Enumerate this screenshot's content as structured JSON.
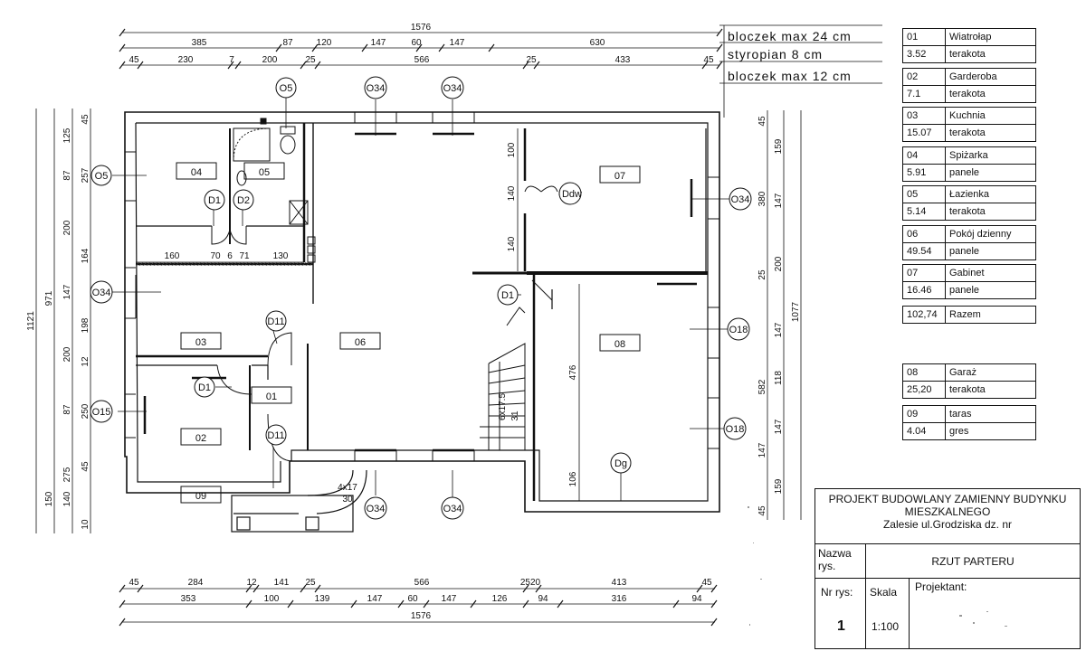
{
  "notes": {
    "line1": "bloczek max 24 cm",
    "line2": "styropian 8 cm",
    "line3": "bloczek max 12 cm"
  },
  "dims_top": {
    "total": "1576",
    "row1": [
      "385",
      "87",
      "120",
      "147",
      "60",
      "147",
      "630"
    ],
    "row2": [
      "45",
      "230",
      "7",
      "200",
      "25",
      "566",
      "25",
      "433",
      "45"
    ]
  },
  "dims_bottom": {
    "row1": [
      "45",
      "284",
      "12",
      "141",
      "25",
      "566",
      "2520",
      "413",
      "45"
    ],
    "row2": [
      "353",
      "100",
      "139",
      "147",
      "60",
      "147",
      "126",
      "94",
      "316",
      "94"
    ],
    "total": "1576"
  },
  "dims_left": {
    "total": "1121",
    "second": "971",
    "row_a": [
      "125",
      "87",
      "200",
      "147",
      "200",
      "87",
      "150"
    ],
    "row_b": [
      "45",
      "257",
      "164",
      "198",
      "12",
      "250",
      "275",
      "140",
      "10"
    ],
    "extra": [
      "45"
    ]
  },
  "dims_right": {
    "outer": "1077",
    "row_a": [
      "45",
      "380",
      "25",
      "147",
      "582",
      "159",
      "45"
    ],
    "row_b": [
      "159",
      "147",
      "200",
      "147",
      "118",
      "147"
    ]
  },
  "inner_dims": {
    "d160": "160",
    "d70": "70",
    "d6": "6",
    "d71": "71",
    "d130": "130",
    "d100": "100",
    "d140a": "140",
    "d140b": "140",
    "d476": "476",
    "d106": "106",
    "stairs_a": "6x17.5",
    "stairs_b": "31",
    "step_a": "4x17",
    "step_b": "30"
  },
  "room_labels": [
    "01",
    "02",
    "03",
    "04",
    "05",
    "06",
    "07",
    "08",
    "09"
  ],
  "window_marks": {
    "o5a": "O5",
    "o5b": "O5",
    "o34a": "O34",
    "o34b": "O34",
    "o34c": "O34",
    "o34d": "O34",
    "o34e": "O34",
    "o34f": "O34",
    "o15": "O15",
    "o18a": "O18",
    "o18b": "O18"
  },
  "door_marks": {
    "d1a": "D1",
    "d2": "D2",
    "d11a": "D11",
    "d1b": "D1",
    "d11b": "D11",
    "d1c": "D1",
    "ddw": "Ddw",
    "dg": "Dg"
  },
  "legend": [
    {
      "no": "01",
      "name": "Wiatrołap",
      "area": "3.52",
      "finish": "terakota"
    },
    {
      "no": "02",
      "name": "Garderoba",
      "area": "7.1",
      "finish": "terakota"
    },
    {
      "no": "03",
      "name": "Kuchnia",
      "area": "15.07",
      "finish": "terakota"
    },
    {
      "no": "04",
      "name": "Spiżarka",
      "area": "5.91",
      "finish": "panele"
    },
    {
      "no": "05",
      "name": "Łazienka",
      "area": "5.14",
      "finish": "terakota"
    },
    {
      "no": "06",
      "name": "Pokój dzienny",
      "area": "49.54",
      "finish": "panele"
    },
    {
      "no": "07",
      "name": "Gabinet",
      "area": "16.46",
      "finish": "panele"
    }
  ],
  "legend_total": {
    "area": "102,74",
    "label": "Razem"
  },
  "legend_extra": [
    {
      "no": "08",
      "name": "Garaż",
      "area": "25,20",
      "finish": "terakota"
    },
    {
      "no": "09",
      "name": "taras",
      "area": "4.04",
      "finish": "gres"
    }
  ],
  "title_block": {
    "line1": "PROJEKT BUDOWLANY ZAMIENNY BUDYNKU",
    "line2": "MIESZKALNEGO",
    "line3": "Zalesie ul.Grodziska dz. nr",
    "nazwa_label": "Nazwa rys.",
    "nazwa_value": "RZUT PARTERU",
    "nr_label": "Nr rys:",
    "nr_value": "1",
    "skala_label": "Skala",
    "skala_value": "1:100",
    "projektant_label": "Projektant:"
  }
}
